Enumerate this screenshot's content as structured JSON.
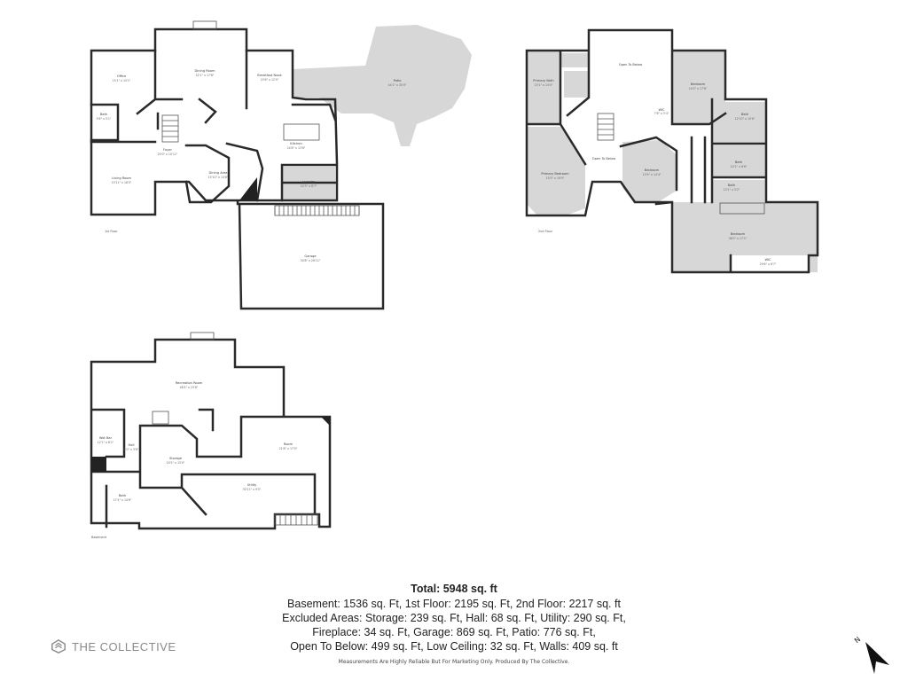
{
  "floors": {
    "first": {
      "label": "1st Floor",
      "rooms": [
        {
          "name": "Office",
          "dims": "15'1\" x 10'1\""
        },
        {
          "name": "Dining Room",
          "dims": "22'1\" x 17'8\""
        },
        {
          "name": "Breakfast Nook",
          "dims": "15'6\" x 12'0\""
        },
        {
          "name": "Patio",
          "dims": "44'1\" x 30'0\""
        },
        {
          "name": "Bath",
          "dims": "5'6\" x 5'1\""
        },
        {
          "name": "Foyer",
          "dims": "20'0\" x 10'11\""
        },
        {
          "name": "Kitchen",
          "dims": "24'8\" x 13'8\""
        },
        {
          "name": "Living Room",
          "dims": "15'11\" x 18'0\""
        },
        {
          "name": "Dining Area",
          "dims": "15'10\" x 14'8\""
        },
        {
          "name": "Laundry",
          "dims": "14'3\" x 8'7\""
        },
        {
          "name": "Garage",
          "dims": "30'8\" x 26'11\""
        }
      ]
    },
    "second": {
      "label": "2nd Floor",
      "rooms": [
        {
          "name": "Primary Bath",
          "dims": "15'1\" x 14'0\""
        },
        {
          "name": "Open To Below",
          "dims": ""
        },
        {
          "name": "Bedroom",
          "dims": "14'0\" x 17'8\""
        },
        {
          "name": "WIC",
          "dims": "7'8\" x 5'4\""
        },
        {
          "name": "Bath",
          "dims": "12'10\" x 10'6\""
        },
        {
          "name": "Primary Bedroom",
          "dims": "15'5\" x 19'0\""
        },
        {
          "name": "Open To Below",
          "dims": ""
        },
        {
          "name": "Bedroom",
          "dims": "13'9\" x 14'4\""
        },
        {
          "name": "Bath",
          "dims": "10'1\" x 8'6\""
        },
        {
          "name": "Bath",
          "dims": "13'1\" x 5'2\""
        },
        {
          "name": "Bedroom",
          "dims": "36'0\" x 17'1\""
        },
        {
          "name": "WIC",
          "dims": "29'6\" x 6'7\""
        }
      ]
    },
    "basement": {
      "label": "Basement",
      "rooms": [
        {
          "name": "Recreation Room",
          "dims": "48'4\" x 23'8\""
        },
        {
          "name": "Wet Bar",
          "dims": "12'1\" x 8'1\""
        },
        {
          "name": "Hall",
          "dims": "9'0\" x 3'6\""
        },
        {
          "name": "Storage",
          "dims": "20'2\" x 15'0\""
        },
        {
          "name": "Room",
          "dims": "21'8\" x 17'0\""
        },
        {
          "name": "Bath",
          "dims": "17'4\" x 14'6\""
        },
        {
          "name": "Utility",
          "dims": "30'11\" x 9'5\""
        }
      ]
    }
  },
  "summary": {
    "total": "Total: 5948 sq. ft",
    "line1": "Basement: 1536 sq. Ft, 1st Floor: 2195 sq. Ft, 2nd Floor: 2217 sq. ft",
    "line2": "Excluded Areas: Storage: 239 sq. Ft, Hall: 68 sq. Ft, Utility: 290 sq. Ft,",
    "line3": "Fireplace: 34 sq. Ft, Garage: 869 sq. Ft, Patio: 776 sq. Ft,",
    "line4": "Open To Below: 499 sq. Ft, Low Ceiling: 32 sq. Ft, Walls: 409 sq. ft",
    "disclaimer": "Measurements Are Highly Reliable But For Marketing Only. Produced By The Collective."
  },
  "brand": {
    "name": "THE COLLECTIVE",
    "icon": "collective-logo-icon"
  },
  "compass": {
    "label": "N",
    "icon": "north-arrow-icon"
  },
  "colors": {
    "wall": "#2a2a2a",
    "gray_area": "#d7d7d7",
    "brand": "#8a8a8a"
  }
}
